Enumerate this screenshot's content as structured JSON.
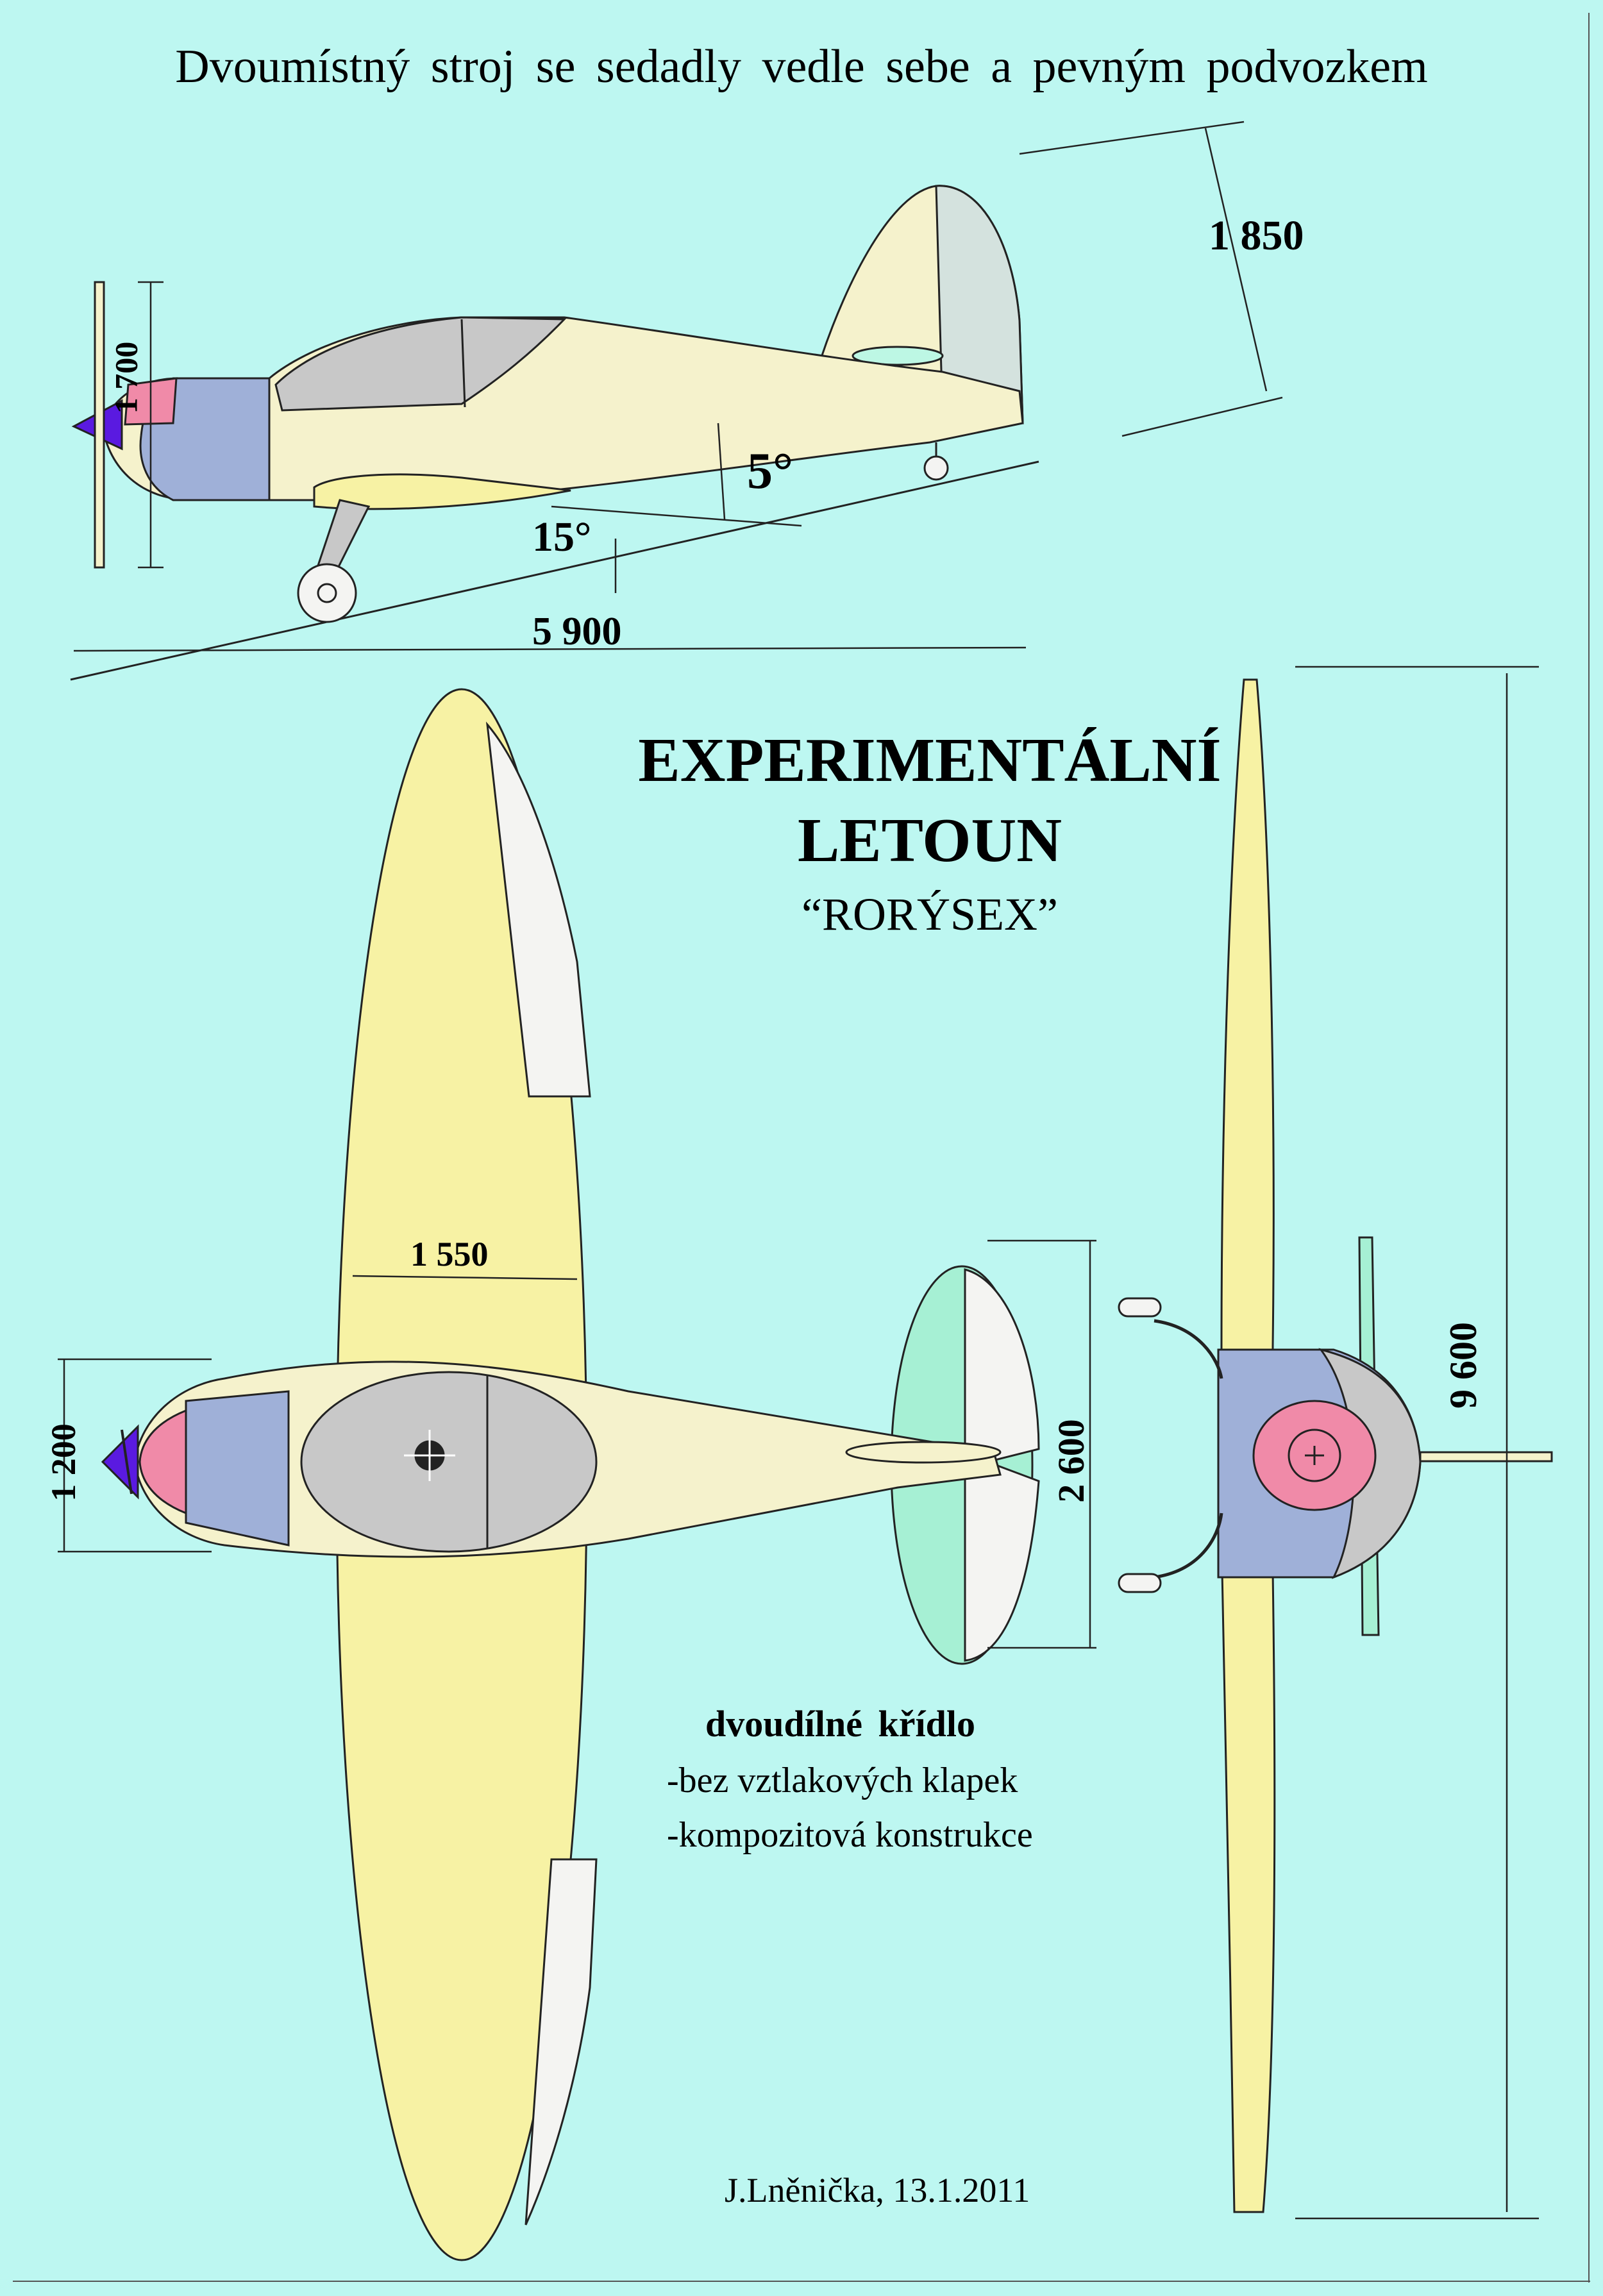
{
  "subtitle": "Dvoumístný stroj se sedadly vedle sebe a pevným podvozkem",
  "title": {
    "line1": "EXPERIMENTÁLNÍ",
    "line2": "LETOUN",
    "name": "“RORÝSEX”"
  },
  "dimensions": {
    "height": "1 850",
    "length": "5 900",
    "angle_5": "5°",
    "angle_15": "15°",
    "prop_height": "1 700",
    "wing_chord": "1 550",
    "fuselage_width": "1 200",
    "tail_span": "2 600",
    "wing_span": "9 600"
  },
  "notes": {
    "heading": "dvoudílné  křídlo",
    "line1": "-bez vztlakových klapek",
    "line2": "-kompozitová konstrukce"
  },
  "signature": "J.Lněnička, 13.1.2011",
  "colors": {
    "background": "#bdf7f1",
    "wing_yellow": "#f7f2a4",
    "fuselage_cream": "#f5f2cc",
    "canopy_gray": "#c8c8c8",
    "engine_blue": "#9fb0d8",
    "spinner_pink": "#f08aa8",
    "spinner_violet": "#5a1ae0",
    "tail_green": "#a6f0d4",
    "aileron_white": "#f4f4f2"
  }
}
